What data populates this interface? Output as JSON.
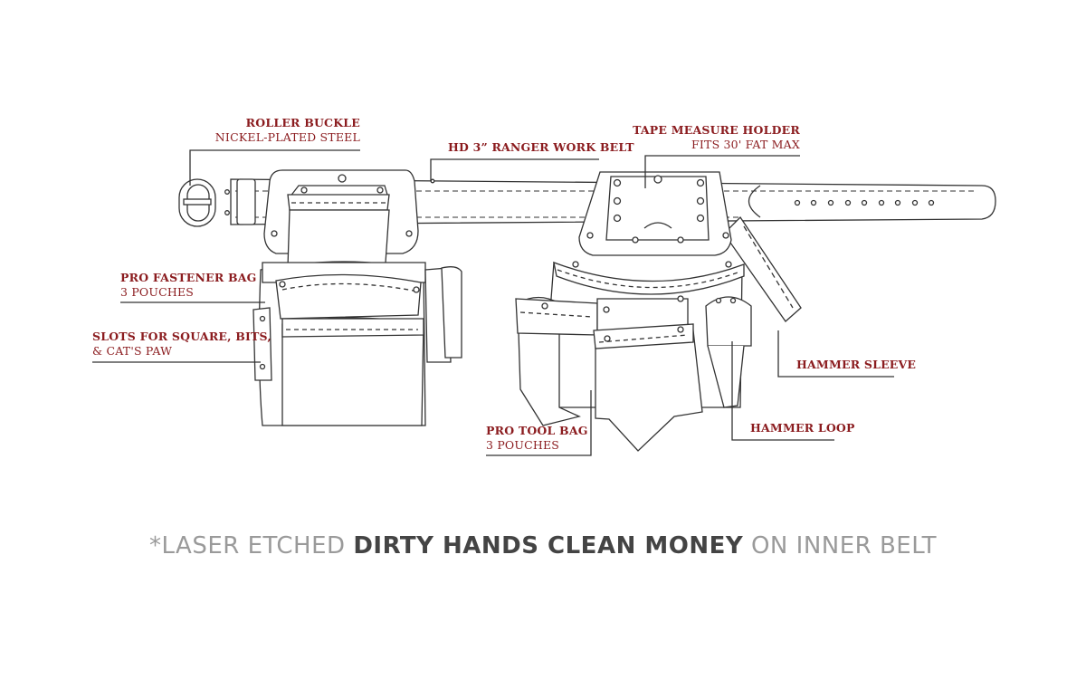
{
  "callouts": {
    "roller_buckle": {
      "title": "ROLLER BUCKLE",
      "subtitle": "NICKEL-PLATED STEEL"
    },
    "work_belt": {
      "title": "HD 3” RANGER WORK BELT"
    },
    "tape_holder": {
      "title": "TAPE MEASURE HOLDER",
      "subtitle": "FITS 30' FAT MAX"
    },
    "fastener_bag": {
      "title": "PRO FASTENER BAG",
      "subtitle": "3 POUCHES"
    },
    "slots": {
      "title": "SLOTS FOR SQUARE, BITS,",
      "subtitle": "& CAT'S PAW"
    },
    "hammer_sleeve": {
      "title": "HAMMER SLEEVE"
    },
    "hammer_loop": {
      "title": "HAMMER LOOP"
    },
    "tool_bag": {
      "title": "PRO TOOL BAG",
      "subtitle": "3 POUCHES"
    }
  },
  "footer": {
    "prefix": "*LASER ETCHED ",
    "emphasis": "DIRTY HANDS CLEAN MONEY",
    "suffix": " ON INNER BELT"
  },
  "colors": {
    "label": "#8b1c1f",
    "line": "#333333",
    "footer_light": "#9a9a9a",
    "footer_dark": "#444444"
  }
}
